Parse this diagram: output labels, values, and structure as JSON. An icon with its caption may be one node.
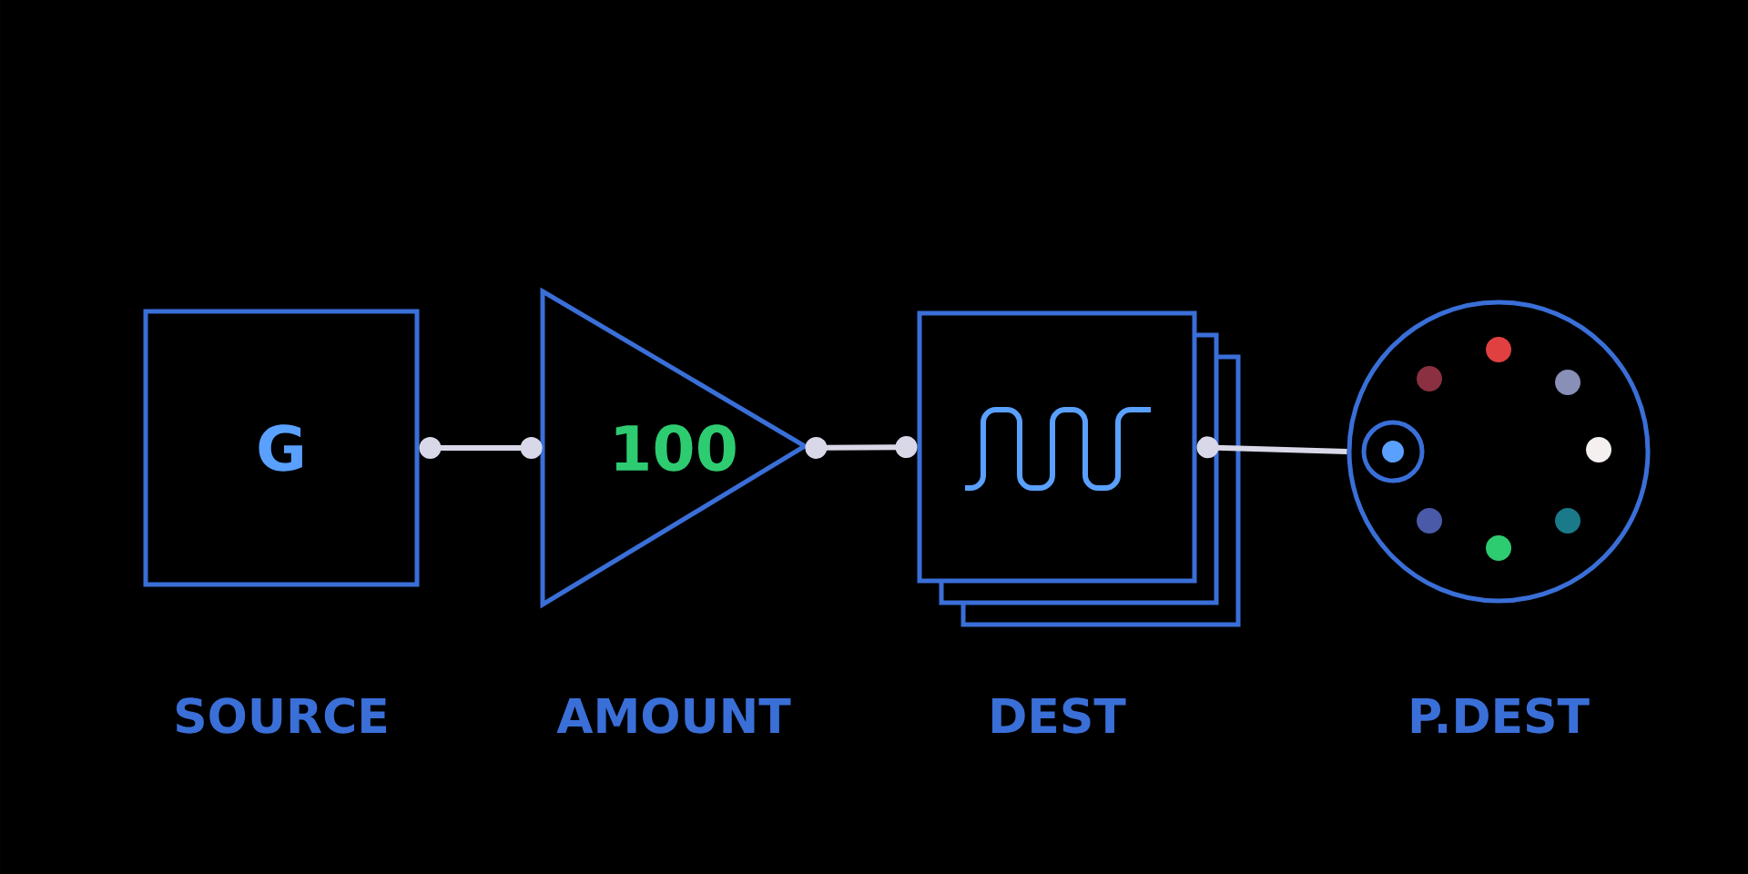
{
  "diagram": {
    "nodes": [
      {
        "text": [
          "G"
        ],
        "beside": [
          "SOURCE"
        ]
      },
      {
        "text": [
          "100"
        ],
        "beside": [
          "AMOUNT"
        ]
      },
      {
        "text": [],
        "shape": "box",
        "beside": [
          "DEST"
        ]
      },
      {
        "text": [],
        "shape": "circle",
        "beside": [
          "P.DEST"
        ]
      }
    ],
    "edges": [
      {
        "from": 0,
        "to": 1,
        "arrow": "other"
      },
      {
        "from": 1,
        "to": 2,
        "arrow": "other"
      },
      {
        "from": 2,
        "to": 3,
        "arrow": "other"
      }
    ]
  }
}
